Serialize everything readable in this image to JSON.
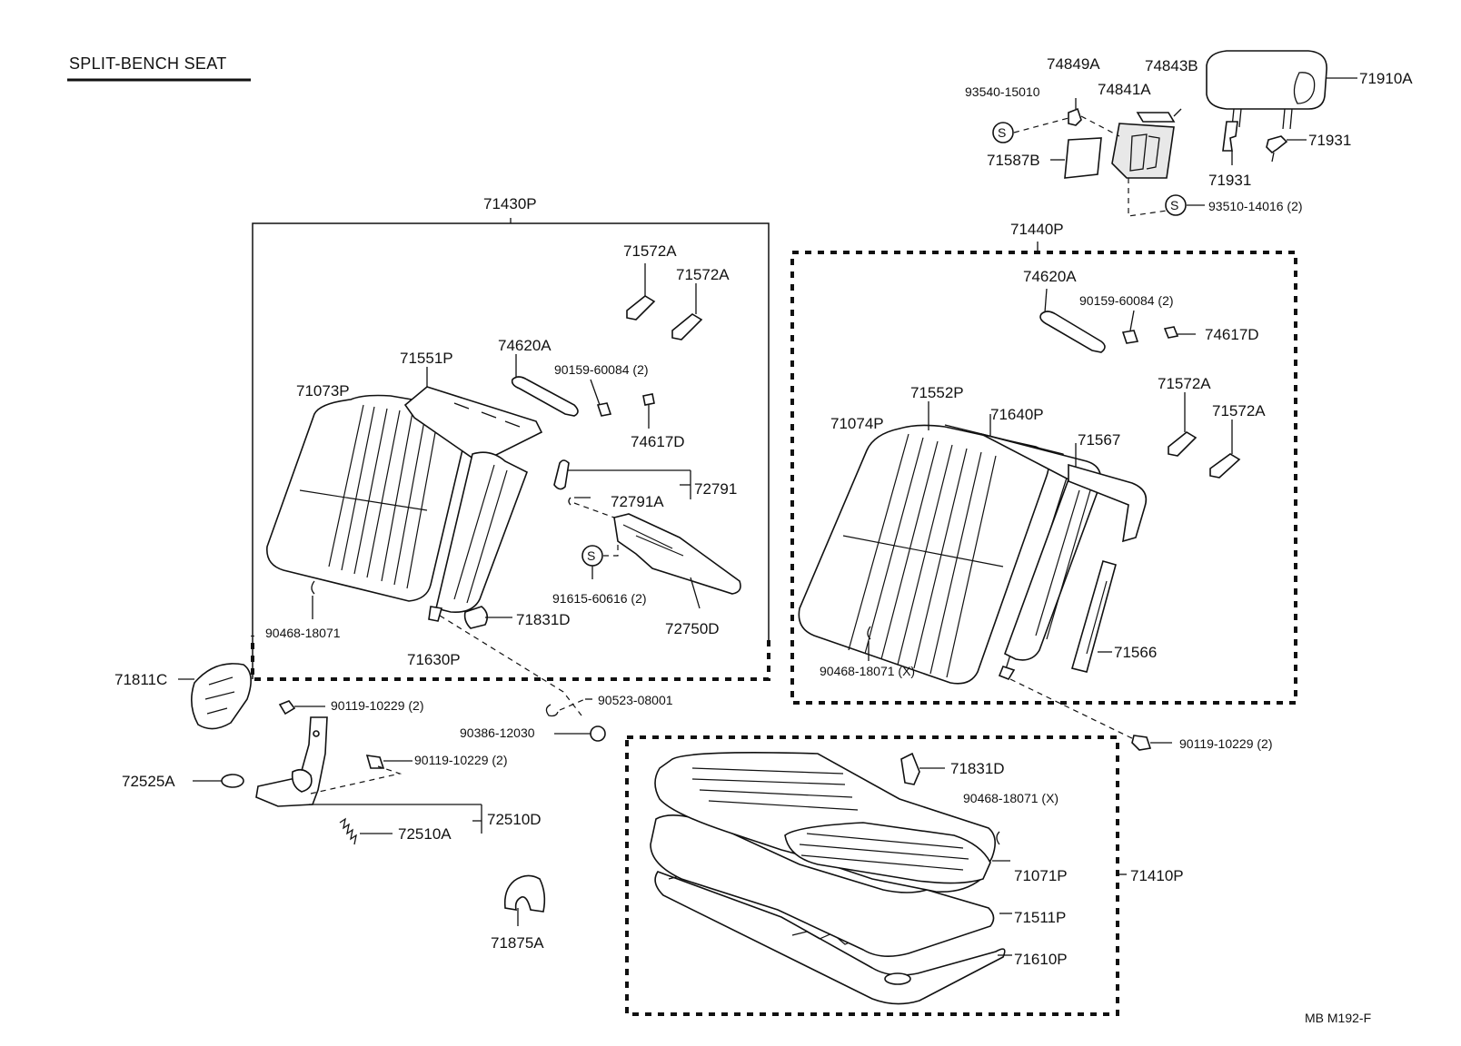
{
  "title": "SPLIT-BENCH SEAT",
  "reference": "MB  M192-F",
  "labels": {
    "p74849A": "74849A",
    "p74843B": "74843B",
    "p93540": "93540-15010",
    "p74841A": "74841A",
    "p71910A": "71910A",
    "p71931a": "71931",
    "p71931b": "71931",
    "p71587B": "71587B",
    "p93510": "93510-14016 (2)",
    "p71430P": "71430P",
    "p71440P": "71440P",
    "p71572A_1": "71572A",
    "p71572A_2": "71572A",
    "p71572A_3": "71572A",
    "p71572A_4": "71572A",
    "p74620A_1": "74620A",
    "p74620A_2": "74620A",
    "p90159_1": "90159-60084 (2)",
    "p90159_2": "90159-60084 (2)",
    "p74617D_1": "74617D",
    "p74617D_2": "74617D",
    "p71551P": "71551P",
    "p71073P": "71073P",
    "p72791": "72791",
    "p72791A": "72791A",
    "p91615": "91615-60616 (2)",
    "p72750D": "72750D",
    "p71831D_1": "71831D",
    "p71831D_2": "71831D",
    "p90468_1": "90468-18071",
    "p90468_2": "90468-18071 (X)",
    "p90468_3": "90468-18071 (X)",
    "p71630P": "71630P",
    "p71074P": "71074P",
    "p71552P": "71552P",
    "p71640P": "71640P",
    "p71567": "71567",
    "p71566": "71566",
    "p71811C": "71811C",
    "p90119_1": "90119-10229 (2)",
    "p90119_2": "90119-10229 (2)",
    "p90119_3": "90119-10229 (2)",
    "p90523": "90523-08001",
    "p90386": "90386-12030",
    "p72525A": "72525A",
    "p72510D": "72510D",
    "p72510A": "72510A",
    "p71875A": "71875A",
    "p71071P": "71071P",
    "p71511P": "71511P",
    "p71410P": "71410P",
    "p71610P": "71610P"
  },
  "screw_symbol": "S"
}
